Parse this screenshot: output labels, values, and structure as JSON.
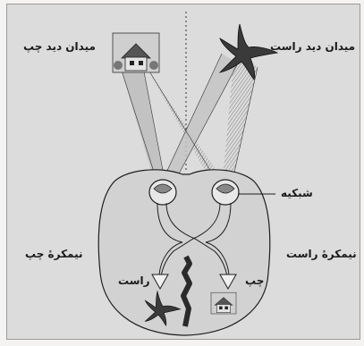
{
  "labels": {
    "left_visual_field": "میدان دید چپ",
    "right_visual_field": "میدان دید راست",
    "retina": "شبکیه",
    "left_hemisphere": "نیمکرهٔ چپ",
    "right_hemisphere": "نیمکرهٔ راست",
    "right_arrow_label": "راست",
    "left_arrow_label": "چپ"
  },
  "icons": {
    "left_field_object": "house-icon",
    "right_field_object": "starfish-icon"
  },
  "colors": {
    "background": "#dcdcdc",
    "line": "#1e1e1e",
    "brain_fill": "#d2d2d2",
    "fissure": "#2a2a2a"
  }
}
